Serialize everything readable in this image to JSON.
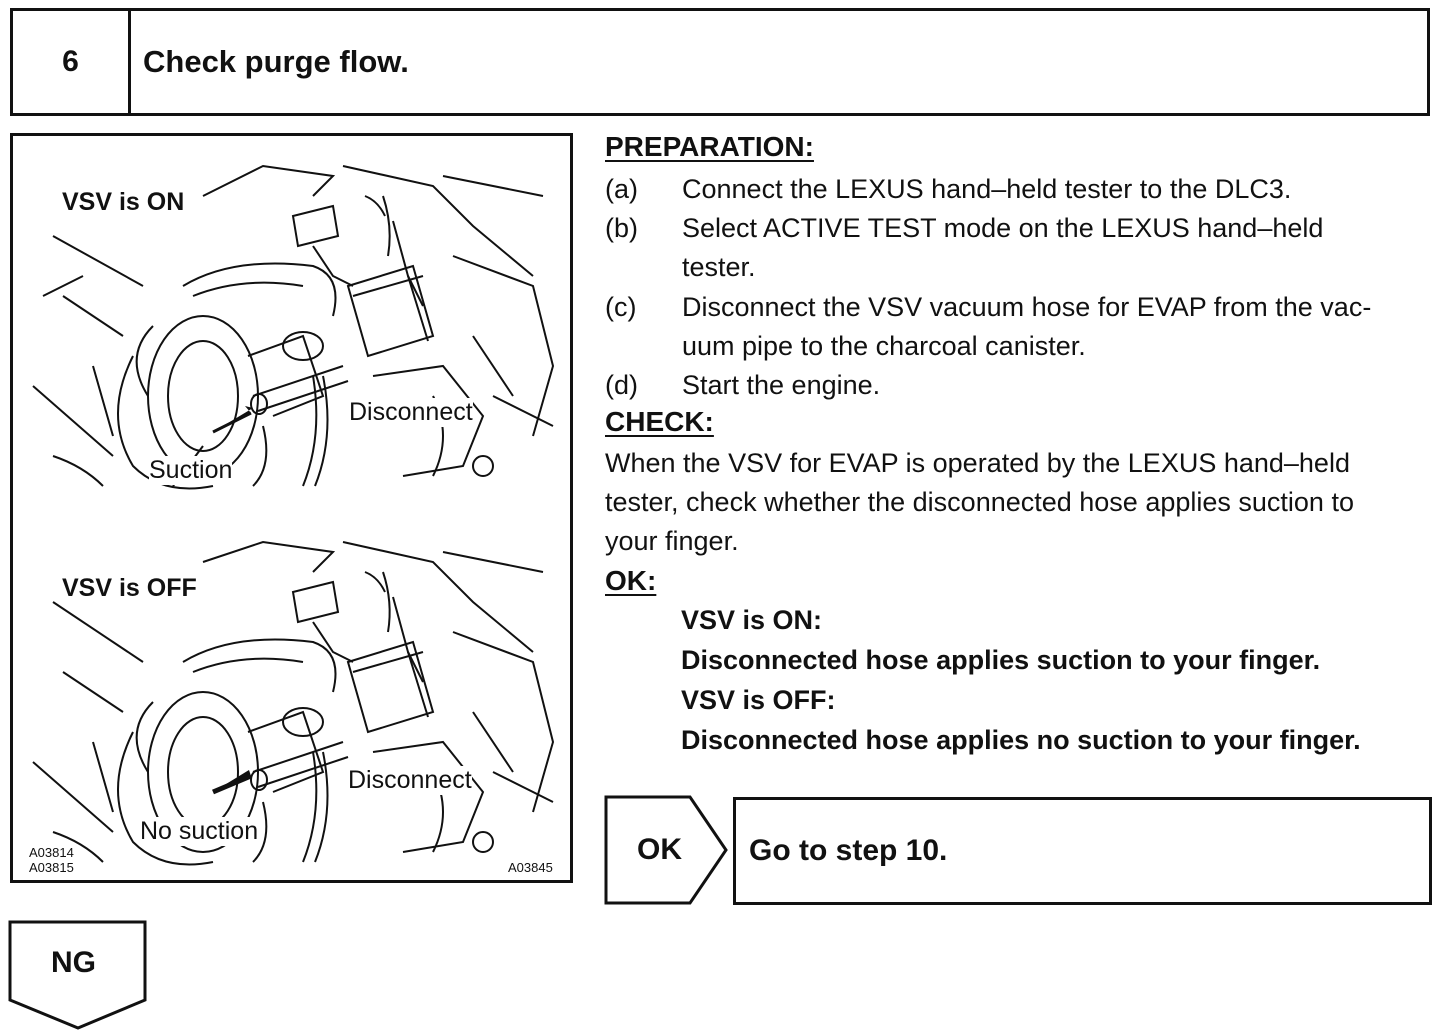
{
  "header": {
    "step_number": "6",
    "title": "Check purge flow."
  },
  "figure": {
    "top_state_label": "VSV is ON",
    "top_disconnect_label": "Disconnect",
    "top_suction_label": "Suction",
    "bottom_state_label": "VSV is OFF",
    "bottom_disconnect_label": "Disconnect",
    "bottom_suction_label": "No suction",
    "code_left_1": "A03814",
    "code_left_2": "A03815",
    "code_right": "A03845"
  },
  "preparation": {
    "heading": "PREPARATION:",
    "items": [
      {
        "marker": "(a)",
        "line1": "Connect the LEXUS hand–held tester to the DLC3."
      },
      {
        "marker": "(b)",
        "line1": "Select ACTIVE TEST mode on the LEXUS hand–held",
        "line2": "tester."
      },
      {
        "marker": "(c)",
        "line1": "Disconnect the VSV vacuum hose for EVAP from the vac-",
        "line2": "uum pipe to the charcoal canister."
      },
      {
        "marker": "(d)",
        "line1": "Start the engine."
      }
    ]
  },
  "check": {
    "heading": "CHECK:",
    "lines": [
      "When the VSV for EVAP is operated by the LEXUS hand–held",
      "tester, check whether the disconnected hose applies suction to",
      "your finger."
    ]
  },
  "ok_criteria": {
    "heading": "OK:",
    "lines": [
      "VSV is ON:",
      "Disconnected hose applies suction to your finger.",
      "VSV is OFF:",
      "Disconnected hose applies no suction to your finger."
    ]
  },
  "result_ok": {
    "label": "OK",
    "action": "Go to step 10."
  },
  "result_ng": {
    "label": "NG"
  }
}
